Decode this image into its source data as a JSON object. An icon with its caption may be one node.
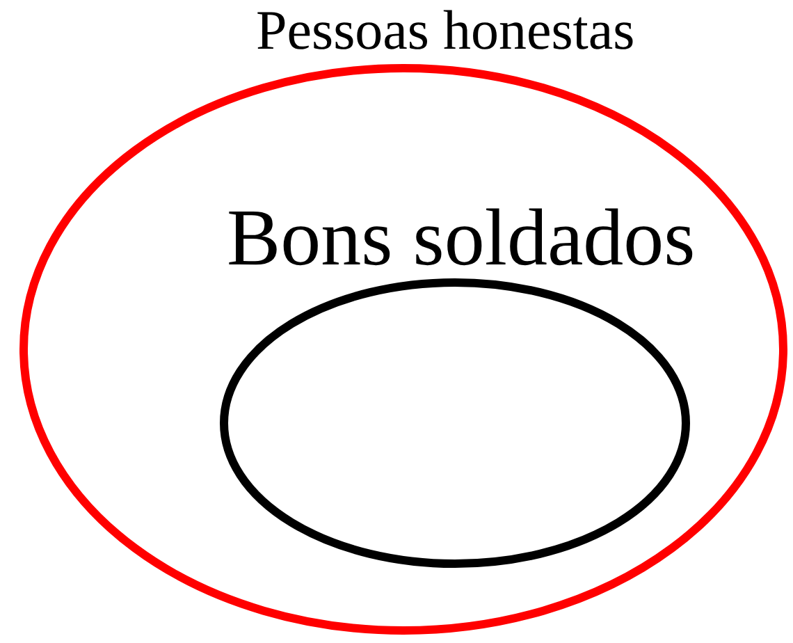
{
  "diagram": {
    "nodes": [
      {
        "text": [
          "Pessoas honestas"
        ]
      },
      {
        "text": [
          "Bons soldados"
        ],
        "in": 0
      }
    ]
  }
}
